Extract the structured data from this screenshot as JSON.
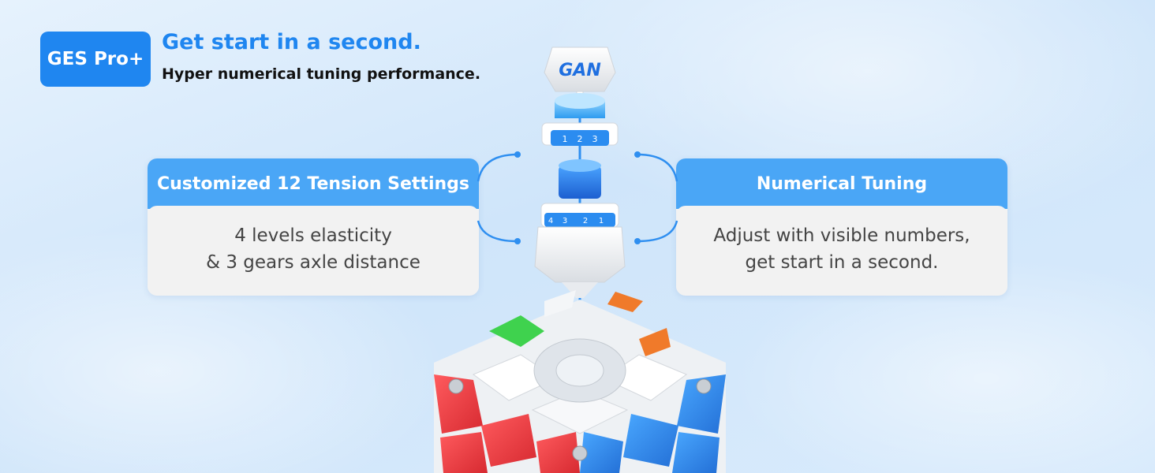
{
  "badge": {
    "label": "GES Pro+"
  },
  "headline": {
    "title": "Get start in a second.",
    "subtitle": "Hyper numerical tuning performance."
  },
  "cards": {
    "left": {
      "title": "Customized 12 Tension Settings",
      "line1": "4 levels elasticity",
      "line2": "& 3 gears axle distance"
    },
    "right": {
      "title": "Numerical Tuning",
      "line1": "Adjust with visible numbers,",
      "line2": "get start in a second."
    }
  },
  "dial": {
    "n1": "1",
    "n2": "2",
    "n3": "3",
    "n4": "4"
  },
  "colors": {
    "accent": "#1f86f0",
    "card_header": "#4aa6f6",
    "card_body": "#f2f2f2",
    "cube_red": "#e8363c",
    "cube_blue": "#2f86e6",
    "cube_green": "#3fd24e",
    "cube_orange": "#f07a2a"
  }
}
